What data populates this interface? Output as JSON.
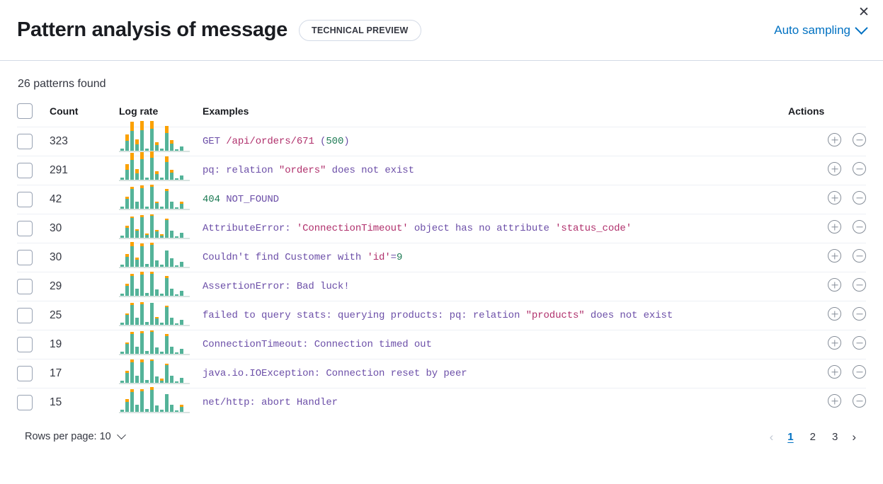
{
  "header": {
    "title": "Pattern analysis of message",
    "badge": "TECHNICAL PREVIEW",
    "sampling_label": "Auto sampling",
    "sampling_icon": "chevron-down-icon",
    "close_icon": "close-icon"
  },
  "summary": {
    "patterns_found": "26 patterns found"
  },
  "table": {
    "columns": {
      "select": "",
      "count": "Count",
      "log_rate": "Log rate",
      "examples": "Examples",
      "actions": "Actions"
    },
    "rows": [
      {
        "count": "323",
        "example_parts": [
          {
            "text": "GET ",
            "type": "plain"
          },
          {
            "text": "/api/orders/671",
            "type": "str"
          },
          {
            "text": " (",
            "type": "plain"
          },
          {
            "text": "500",
            "type": "num"
          },
          {
            "text": ")",
            "type": "plain"
          }
        ],
        "example_plain": "GET /api/orders/671 (500)",
        "spark": [
          [
            3,
            0
          ],
          [
            14,
            9
          ],
          [
            28,
            13
          ],
          [
            9,
            7
          ],
          [
            29,
            13
          ],
          [
            3,
            0
          ],
          [
            31,
            11
          ],
          [
            8,
            4
          ],
          [
            3,
            0
          ],
          [
            25,
            10
          ],
          [
            10,
            5
          ],
          [
            2,
            0
          ],
          [
            6,
            0
          ]
        ]
      },
      {
        "count": "291",
        "example_parts": [
          {
            "text": "pq: relation ",
            "type": "plain"
          },
          {
            "text": "\"orders\"",
            "type": "str"
          },
          {
            "text": " does not exist",
            "type": "plain"
          }
        ],
        "example_plain": "pq: relation \"orders\" does not exist",
        "spark": [
          [
            3,
            0
          ],
          [
            14,
            8
          ],
          [
            28,
            10
          ],
          [
            9,
            6
          ],
          [
            29,
            10
          ],
          [
            3,
            0
          ],
          [
            31,
            9
          ],
          [
            8,
            4
          ],
          [
            3,
            0
          ],
          [
            25,
            8
          ],
          [
            10,
            4
          ],
          [
            2,
            0
          ],
          [
            6,
            0
          ]
        ]
      },
      {
        "count": "42",
        "example_parts": [
          {
            "text": "404",
            "type": "num"
          },
          {
            "text": " NOT_FOUND",
            "type": "plain"
          }
        ],
        "example_plain": "404 NOT_FOUND",
        "spark": [
          [
            3,
            0
          ],
          [
            14,
            3
          ],
          [
            28,
            3
          ],
          [
            10,
            0
          ],
          [
            29,
            4
          ],
          [
            3,
            0
          ],
          [
            31,
            3
          ],
          [
            8,
            2
          ],
          [
            3,
            0
          ],
          [
            25,
            3
          ],
          [
            10,
            0
          ],
          [
            2,
            0
          ],
          [
            7,
            3
          ]
        ]
      },
      {
        "count": "30",
        "example_parts": [
          {
            "text": "AttributeError: ",
            "type": "plain"
          },
          {
            "text": "'ConnectionTimeout'",
            "type": "str"
          },
          {
            "text": " object has no attribute ",
            "type": "plain"
          },
          {
            "text": "'status_code'",
            "type": "str"
          }
        ],
        "example_plain": "AttributeError: 'ConnectionTimeout' object has no attribute 'status_code'",
        "spark": [
          [
            3,
            0
          ],
          [
            14,
            3
          ],
          [
            28,
            2
          ],
          [
            10,
            2
          ],
          [
            29,
            3
          ],
          [
            4,
            2
          ],
          [
            31,
            2
          ],
          [
            9,
            2
          ],
          [
            3,
            2
          ],
          [
            25,
            2
          ],
          [
            10,
            0
          ],
          [
            2,
            0
          ],
          [
            7,
            0
          ]
        ]
      },
      {
        "count": "30",
        "example_parts": [
          {
            "text": "Couldn't find Customer with ",
            "type": "plain"
          },
          {
            "text": "'id'",
            "type": "str"
          },
          {
            "text": "=",
            "type": "plain"
          },
          {
            "text": "9",
            "type": "num"
          }
        ],
        "example_plain": "Couldn't find Customer with 'id'=9",
        "spark": [
          [
            3,
            0
          ],
          [
            14,
            4
          ],
          [
            29,
            6
          ],
          [
            10,
            3
          ],
          [
            29,
            4
          ],
          [
            4,
            0
          ],
          [
            31,
            3
          ],
          [
            9,
            0
          ],
          [
            3,
            0
          ],
          [
            23,
            0
          ],
          [
            12,
            0
          ],
          [
            2,
            0
          ],
          [
            7,
            0
          ]
        ]
      },
      {
        "count": "29",
        "example_parts": [
          {
            "text": "AssertionError: Bad luck!",
            "type": "plain"
          }
        ],
        "example_plain": "AssertionError: Bad luck!",
        "spark": [
          [
            3,
            0
          ],
          [
            14,
            3
          ],
          [
            28,
            3
          ],
          [
            10,
            0
          ],
          [
            30,
            4
          ],
          [
            4,
            0
          ],
          [
            31,
            3
          ],
          [
            9,
            0
          ],
          [
            3,
            0
          ],
          [
            25,
            3
          ],
          [
            10,
            0
          ],
          [
            2,
            0
          ],
          [
            7,
            0
          ]
        ]
      },
      {
        "count": "25",
        "example_parts": [
          {
            "text": "failed to query stats: querying products: pq: relation ",
            "type": "plain"
          },
          {
            "text": "\"products\"",
            "type": "str"
          },
          {
            "text": " does not exist",
            "type": "plain"
          }
        ],
        "example_plain": "failed to query stats: querying products: pq: relation \"products\" does not exist",
        "spark": [
          [
            3,
            0
          ],
          [
            14,
            2
          ],
          [
            28,
            3
          ],
          [
            10,
            0
          ],
          [
            29,
            3
          ],
          [
            4,
            0
          ],
          [
            31,
            0
          ],
          [
            9,
            2
          ],
          [
            3,
            0
          ],
          [
            25,
            2
          ],
          [
            10,
            0
          ],
          [
            2,
            0
          ],
          [
            7,
            0
          ]
        ]
      },
      {
        "count": "19",
        "example_parts": [
          {
            "text": "ConnectionTimeout: Connection timed out",
            "type": "plain"
          }
        ],
        "example_plain": "ConnectionTimeout: Connection timed out",
        "spark": [
          [
            3,
            0
          ],
          [
            14,
            2
          ],
          [
            28,
            3
          ],
          [
            10,
            0
          ],
          [
            29,
            3
          ],
          [
            4,
            0
          ],
          [
            31,
            2
          ],
          [
            9,
            0
          ],
          [
            3,
            0
          ],
          [
            25,
            3
          ],
          [
            10,
            0
          ],
          [
            2,
            0
          ],
          [
            7,
            0
          ]
        ]
      },
      {
        "count": "17",
        "example_parts": [
          {
            "text": "java.io.IOException: Connection reset by peer",
            "type": "plain"
          }
        ],
        "example_plain": "java.io.IOException: Connection reset by peer",
        "spark": [
          [
            3,
            0
          ],
          [
            14,
            3
          ],
          [
            29,
            4
          ],
          [
            10,
            0
          ],
          [
            29,
            4
          ],
          [
            4,
            0
          ],
          [
            31,
            2
          ],
          [
            9,
            0
          ],
          [
            3,
            3
          ],
          [
            25,
            2
          ],
          [
            10,
            0
          ],
          [
            2,
            0
          ],
          [
            7,
            0
          ]
        ]
      },
      {
        "count": "15",
        "example_parts": [
          {
            "text": "net/http: abort Handler",
            "type": "plain"
          }
        ],
        "example_plain": "net/http: abort Handler",
        "spark": [
          [
            3,
            0
          ],
          [
            14,
            4
          ],
          [
            28,
            4
          ],
          [
            10,
            0
          ],
          [
            29,
            3
          ],
          [
            4,
            0
          ],
          [
            31,
            4
          ],
          [
            9,
            0
          ],
          [
            3,
            0
          ],
          [
            25,
            0
          ],
          [
            10,
            0
          ],
          [
            2,
            0
          ],
          [
            7,
            3
          ]
        ]
      }
    ],
    "action_icons": {
      "include": "plus-in-circle-icon",
      "exclude": "minus-in-circle-icon"
    }
  },
  "footer": {
    "rows_per_page_label": "Rows per page: 10",
    "rows_per_page_icon": "chevron-down-icon",
    "prev_arrow": "‹",
    "next_arrow": "›",
    "pages": [
      "1",
      "2",
      "3"
    ],
    "active_page": "1"
  },
  "colors": {
    "accent_blue": "#0071c2",
    "bar_teal": "#54B399",
    "bar_orange": "#FBA100",
    "token_default": "#6C4FA8",
    "token_string": "#B0306C",
    "token_number": "#1E7B55"
  }
}
